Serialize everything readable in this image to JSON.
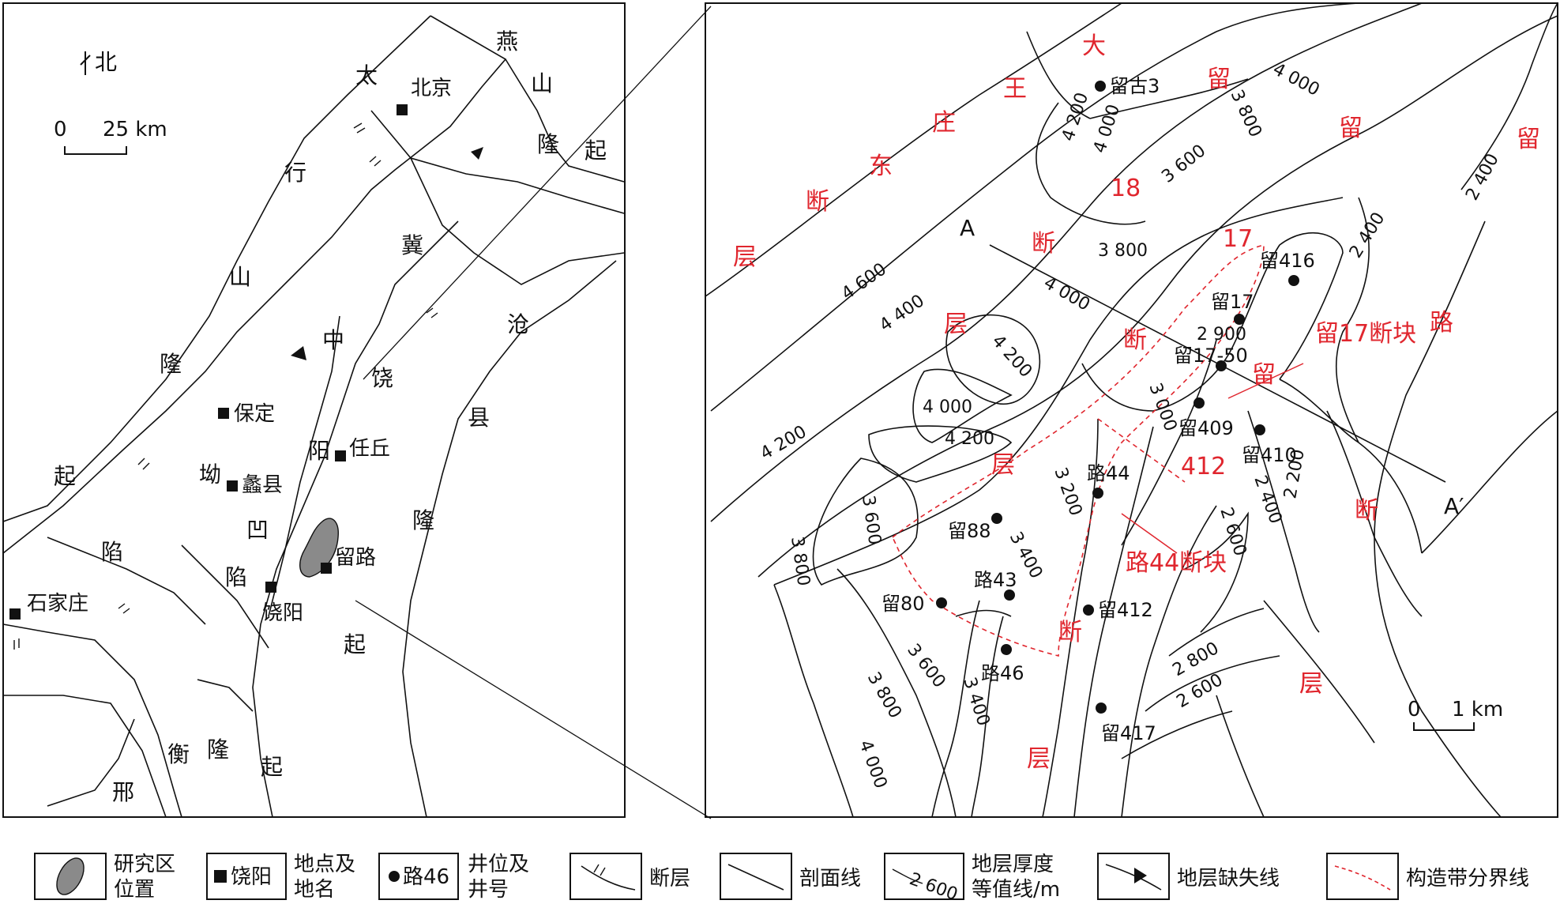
{
  "regional": {
    "north_label": "北",
    "scale": {
      "start": "0",
      "end": "25 km"
    },
    "regions": [
      "太",
      "行",
      "山",
      "隆",
      "起",
      "燕",
      "山",
      "隆",
      "起",
      "冀",
      "中",
      "饶",
      "阳",
      "坳",
      "凹",
      "陷",
      "沧",
      "县",
      "隆",
      "起",
      "陷",
      "邢",
      "衡",
      "隆",
      "起"
    ],
    "cities": [
      "北京",
      "保定",
      "任丘",
      "蠡县",
      "饶阳",
      "留路",
      "石家庄"
    ]
  },
  "detail": {
    "fault_labels": [
      "大",
      "王",
      "庄",
      "东",
      "断",
      "层",
      "留",
      "18",
      "断",
      "层",
      "断",
      "层",
      "17",
      "断",
      "层",
      "留",
      "412",
      "断",
      "层",
      "留",
      "留",
      "路",
      "断",
      "层"
    ],
    "block_labels": [
      "留17断块",
      "路44断块"
    ],
    "section": {
      "start": "A",
      "end": "A′"
    },
    "contours": [
      "4 000",
      "3 800",
      "4 200",
      "4 000",
      "3 600",
      "3 800",
      "4 600",
      "4 400",
      "4 000",
      "4 200",
      "4 000",
      "4 200",
      "4 200",
      "2 400",
      "2 400",
      "2 900",
      "3 000",
      "2 400",
      "2 200",
      "3 200",
      "3 600",
      "3 800",
      "3 400",
      "2 600",
      "3 600",
      "3 800",
      "4 000",
      "3 400",
      "2 800",
      "2 600"
    ],
    "wells": [
      "留古3",
      "留416",
      "留17",
      "留17-50",
      "留409",
      "留410",
      "路44",
      "留88",
      "路43",
      "留80",
      "留412",
      "路46",
      "留417"
    ],
    "scale": {
      "start": "0",
      "end": "1 km"
    }
  },
  "legend": {
    "items": [
      {
        "label_1": "研究区",
        "label_2": "位置"
      },
      {
        "sample": "饶阳",
        "label_1": "地点及",
        "label_2": "地名"
      },
      {
        "sample": "路46",
        "label_1": "井位及",
        "label_2": "井号"
      },
      {
        "label_1": "断层"
      },
      {
        "label_1": "剖面线"
      },
      {
        "sample": "2 600",
        "label_1": "地层厚度",
        "label_2": "等值线/m"
      },
      {
        "label_1": "地层缺失线"
      },
      {
        "label_1": "构造带分界线"
      }
    ]
  },
  "colors": {
    "fault_label": "#e0262e",
    "boundary": "#e0262e",
    "study_area": "#8a8a8a"
  }
}
